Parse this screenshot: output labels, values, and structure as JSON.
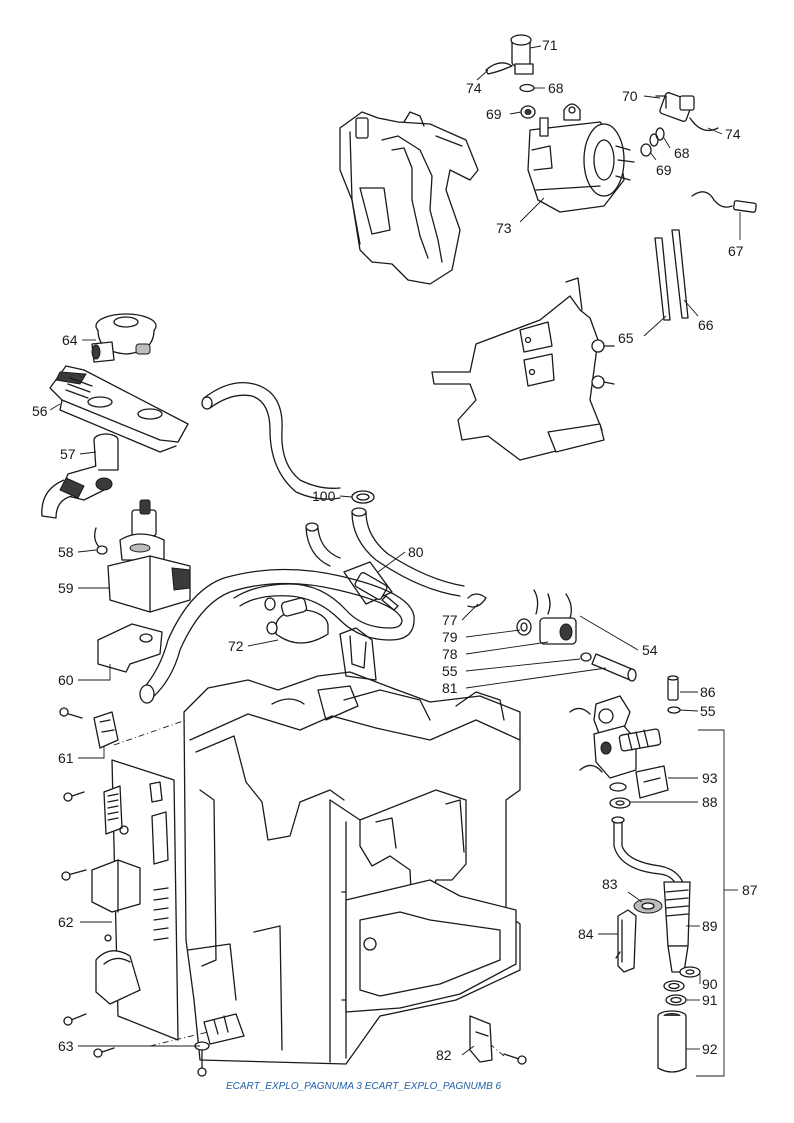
{
  "labels": {
    "p100": "100",
    "p54": "54",
    "p55a": "55",
    "p55b": "55",
    "p56": "56",
    "p57": "57",
    "p58": "58",
    "p59": "59",
    "p60": "60",
    "p61": "61",
    "p62": "62",
    "p63": "63",
    "p64": "64",
    "p65": "65",
    "p66": "66",
    "p67": "67",
    "p68a": "68",
    "p68b": "68",
    "p69a": "69",
    "p69b": "69",
    "p70": "70",
    "p71": "71",
    "p72": "72",
    "p73": "73",
    "p74a": "74",
    "p74b": "74",
    "p77": "77",
    "p78": "78",
    "p79": "79",
    "p80": "80",
    "p81": "81",
    "p82": "82",
    "p83": "83",
    "p84": "84",
    "p86": "86",
    "p87": "87",
    "p88": "88",
    "p89": "89",
    "p90": "90",
    "p91": "91",
    "p92": "92",
    "p93": "93"
  },
  "caption": "ECART_EXPLO_PAGNUMA 3 ECART_EXPLO_PAGNUMB 6"
}
